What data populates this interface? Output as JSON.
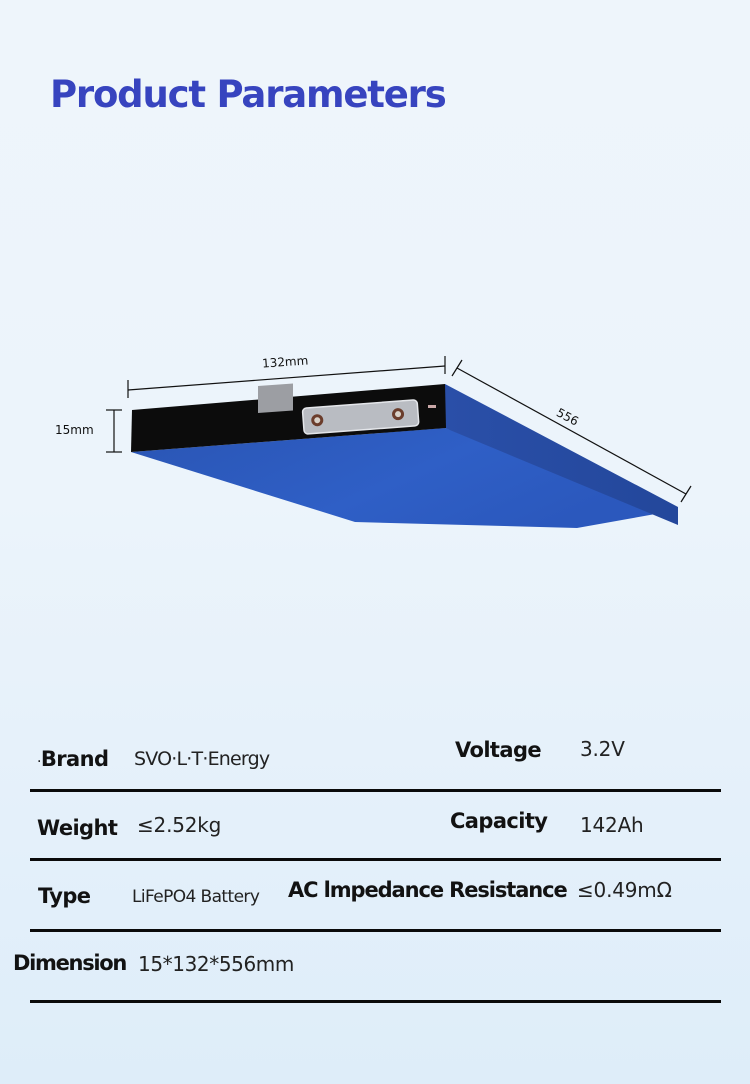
{
  "header": {
    "title": "Product Parameters"
  },
  "product_image": {
    "description": "Blade LiFePO4 battery cell with dimension callouts",
    "dimensions": {
      "width_label": "132mm",
      "height_label": "15mm",
      "length_label": "556"
    },
    "colors": {
      "body": "#2f5ec4",
      "body_dark": "#24469a",
      "end_cap": "#0c0c0c",
      "terminal_plate": "#b9bcc2"
    }
  },
  "specs": [
    {
      "label": "Brand",
      "label_prefix": "·",
      "value": "SVOLT Energy",
      "value_display": "SVO·L·T·Energy"
    },
    {
      "label": "Voltage",
      "value": "3.2V"
    },
    {
      "label": "Weight",
      "value": "≤2.52kg"
    },
    {
      "label": "Capacity",
      "value": "142Ah"
    },
    {
      "label": "Type",
      "value": "LiFePO4 Battery"
    },
    {
      "label": "AC lmpedance Resistance",
      "value": "≤0.49mΩ"
    },
    {
      "label": "Dimension",
      "value": "15*132*556mm"
    }
  ],
  "colors": {
    "title": "#3744bf",
    "rule": "#0a0a0a",
    "background_top": "#eef5fb",
    "background_bottom": "#deedf9"
  }
}
